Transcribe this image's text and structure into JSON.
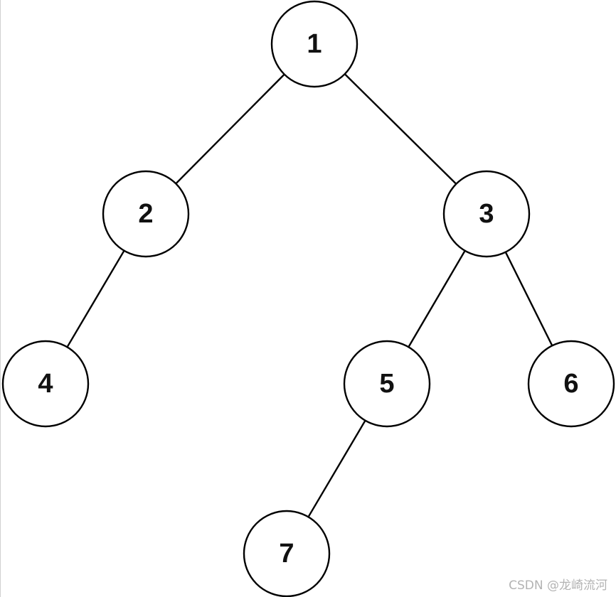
{
  "tree": {
    "nodes": [
      {
        "id": "1",
        "label": "1"
      },
      {
        "id": "2",
        "label": "2"
      },
      {
        "id": "3",
        "label": "3"
      },
      {
        "id": "4",
        "label": "4"
      },
      {
        "id": "5",
        "label": "5"
      },
      {
        "id": "6",
        "label": "6"
      },
      {
        "id": "7",
        "label": "7"
      }
    ],
    "edges": [
      {
        "from": "1",
        "to": "2"
      },
      {
        "from": "1",
        "to": "3"
      },
      {
        "from": "2",
        "to": "4"
      },
      {
        "from": "3",
        "to": "5"
      },
      {
        "from": "3",
        "to": "6"
      },
      {
        "from": "5",
        "to": "7"
      }
    ]
  },
  "watermark": {
    "text": "CSDN @龙崎流河"
  }
}
